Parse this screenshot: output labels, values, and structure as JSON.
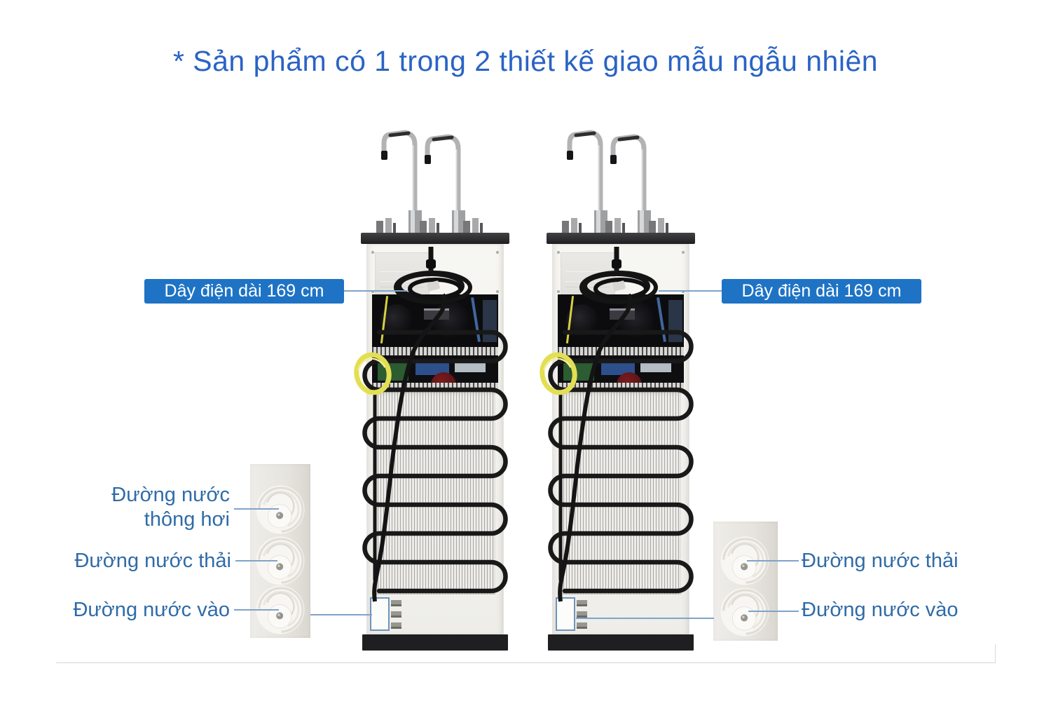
{
  "title": "* Sản phẩm có 1 trong 2 thiết kế giao mẫu ngẫu nhiên",
  "colors": {
    "title_blue": "#2a63c5",
    "highlight_label_bg": "#1e73c5",
    "highlight_label_text": "#ffffff",
    "side_label_blue": "#2f6ba7",
    "leader_line": "#7fa3c9"
  },
  "annotations": {
    "power_cord_label_left": "Dây điện dài 169 cm",
    "power_cord_label_right": "Dây điện dài 169 cm",
    "left_port_labels": [
      "Đường nước\nthông hơi",
      "Đường nước thải",
      "Đường nước vào"
    ],
    "right_port_labels": [
      "Đường nước thải",
      "Đường nước vào"
    ]
  }
}
